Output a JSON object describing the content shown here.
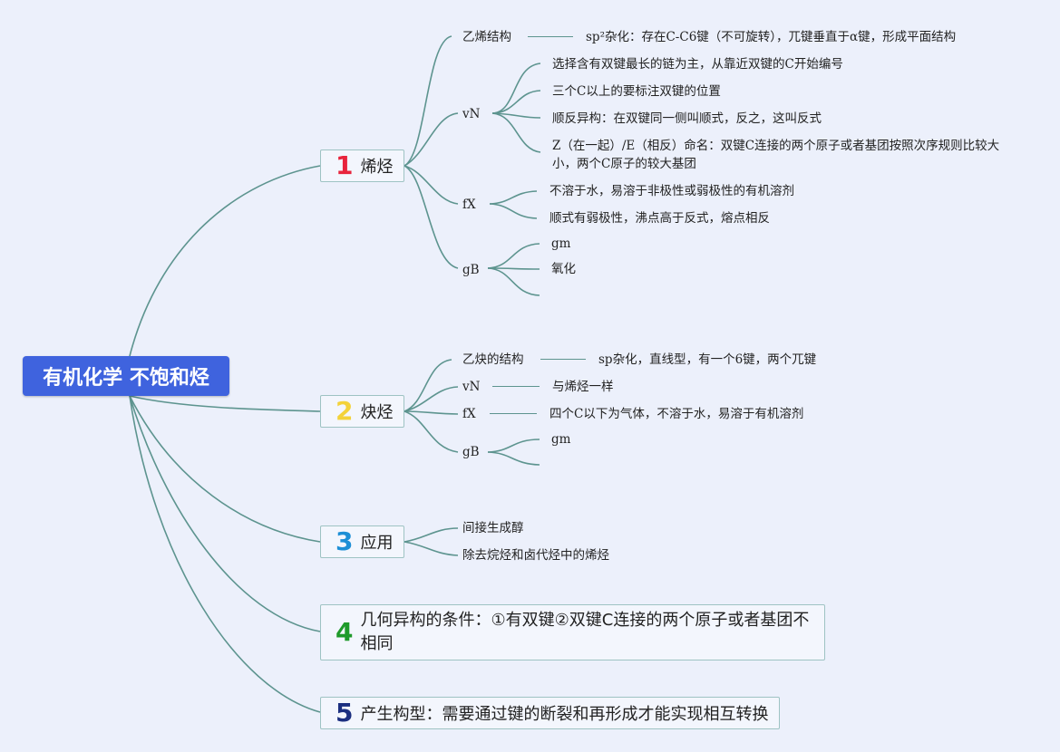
{
  "root": {
    "title": "有机化学 不饱和烃"
  },
  "colors": {
    "root_bg": "#3f63de",
    "line": "#5d948f",
    "num1": "#e8243c",
    "num2": "#f3d23a",
    "num3": "#1d8fd6",
    "num4": "#1f9a2a",
    "num5": "#1b2f80"
  },
  "branches": [
    {
      "num": "1",
      "title": "烯烃",
      "children": [
        {
          "label": "乙烯结构",
          "detail": "sp²杂化：存在C-C6键（不可旋转），兀键垂直于α键，形成平面结构"
        },
        {
          "label": "vN",
          "items": [
            "选择含有双键最长的链为主，从靠近双键的C开始编号",
            "三个C以上的要标注双键的位置",
            "顺反异构：在双键同一侧叫顺式，反之，这叫反式",
            "Z（在一起）/E（相反）命名：双键C连接的两个原子或者基团按照次序规则比较大小，两个C原子的较大基团"
          ]
        },
        {
          "label": "fX",
          "items": [
            "不溶于水，易溶于非极性或弱极性的有机溶剂",
            "顺式有弱极性，沸点高于反式，熔点相反"
          ]
        },
        {
          "label": "gB",
          "items": [
            "gm",
            "氧化",
            ""
          ]
        }
      ]
    },
    {
      "num": "2",
      "title": "炔烃",
      "children": [
        {
          "label": "乙炔的结构",
          "detail": "sp杂化，直线型，有一个6键，两个兀键"
        },
        {
          "label": "vN",
          "detail": "与烯烃一样"
        },
        {
          "label": "fX",
          "detail": "四个C以下为气体，不溶于水，易溶于有机溶剂"
        },
        {
          "label": "gB",
          "items": [
            "gm",
            ""
          ]
        }
      ]
    },
    {
      "num": "3",
      "title": "应用",
      "children": [
        {
          "label": "间接生成醇"
        },
        {
          "label": "除去烷烃和卤代烃中的烯烃"
        }
      ]
    },
    {
      "num": "4",
      "title": "几何异构的条件：①有双键②双键C连接的两个原子或者基团不相同"
    },
    {
      "num": "5",
      "title": "产生构型：需要通过键的断裂和再形成才能实现相互转换"
    }
  ]
}
